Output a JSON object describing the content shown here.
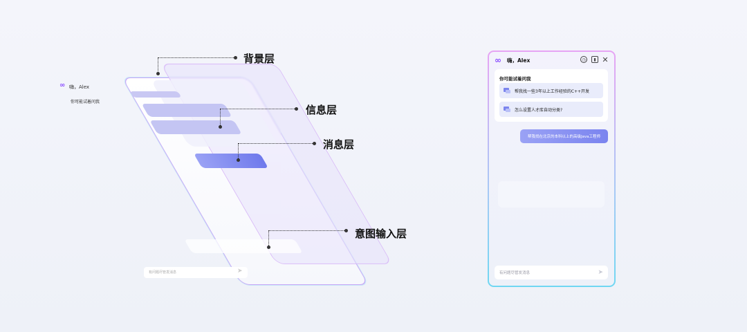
{
  "diagram": {
    "labels": {
      "background": "背景层",
      "info": "信息层",
      "message": "消息层",
      "input": "意图输入层"
    },
    "mini_ui": {
      "logo": "∞",
      "greeting": "嗨，Alex",
      "question": "你可能试着问我",
      "input_placeholder": "有问题尽管发消息"
    }
  },
  "panel": {
    "logo_icon": "infinity-logo",
    "title": "嗨，Alex",
    "icons": [
      "history-icon",
      "layout-icon",
      "close-icon"
    ],
    "suggest_title": "你可能试着问我",
    "suggestions": [
      "帮我找一些3年以上工作经验的C++开发",
      "怎么设置人才库自动分类?"
    ],
    "user_message": "帮我找在北京的本科以上的高级Java工程师",
    "input_placeholder": "有问题尽管发消息",
    "colors": {
      "accent": "#7b84ef",
      "border_top": "#e7a4f4",
      "border_bottom": "#6fd7f2"
    }
  }
}
